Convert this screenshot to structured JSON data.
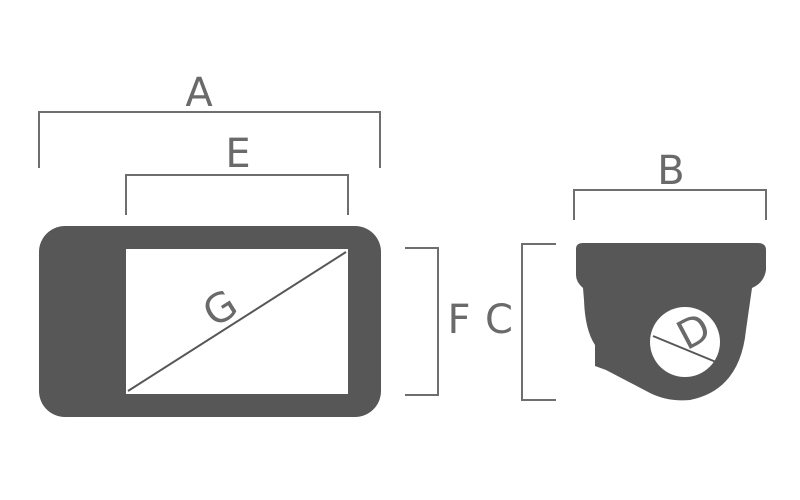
{
  "labels": {
    "overall_width": "A",
    "depth": "B",
    "overall_height": "C",
    "mount_diameter": "D",
    "screen_width": "E",
    "screen_height": "F",
    "screen_diagonal": "G"
  },
  "colors": {
    "body": "#575757",
    "screen": "#ffffff",
    "line": "#6e6e6e",
    "text": "#6a6a6a"
  }
}
